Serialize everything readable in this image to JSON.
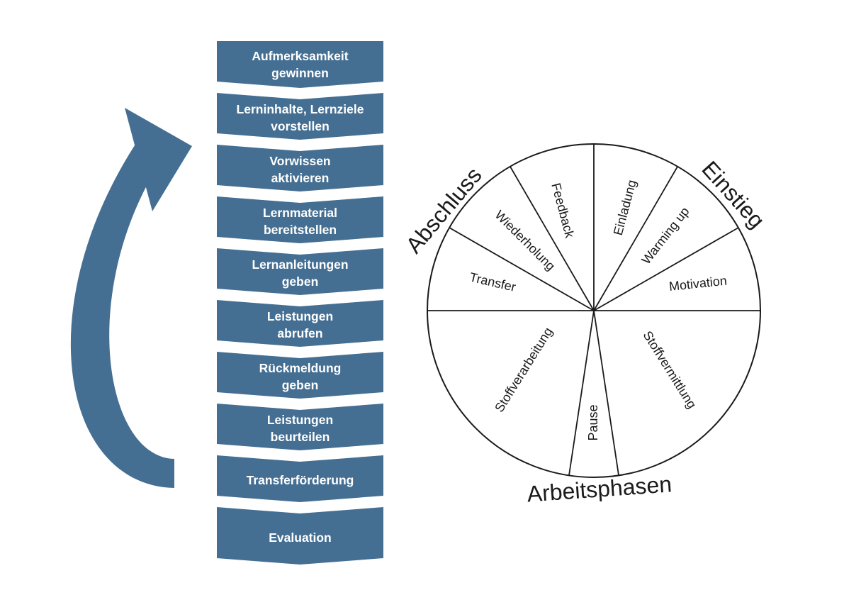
{
  "colors": {
    "accent": "#456f92",
    "line": "#1a1a1a",
    "background": "#ffffff"
  },
  "steps": [
    {
      "label": "Aufmerksamkeit\ngewinnen"
    },
    {
      "label": "Lerninhalte, Lernziele\nvorstellen"
    },
    {
      "label": "Vorwissen\naktivieren"
    },
    {
      "label": "Lernmaterial\nbereitstellen"
    },
    {
      "label": "Lernanleitungen\ngeben"
    },
    {
      "label": "Leistungen\nabrufen"
    },
    {
      "label": "Rückmeldung\ngeben"
    },
    {
      "label": "Leistungen\nbeurteilen"
    },
    {
      "label": "Transferförderung"
    },
    {
      "label": "Evaluation"
    }
  ],
  "wheel": {
    "phases": {
      "einstieg": "Einstieg",
      "arbeitsphasen": "Arbeitsphasen",
      "abschluss": "Abschluss"
    },
    "segments": {
      "feedback": "Feedback",
      "einladung": "Einladung",
      "warming_up": "Warming up",
      "motivation": "Motivation",
      "stoffvermittlung": "Stoffvermittlung",
      "pause": "Pause",
      "stoffverarbeitung": "Stoffverarbeitung",
      "transfer": "Transfer",
      "wiederholung": "Wiederholung"
    }
  }
}
